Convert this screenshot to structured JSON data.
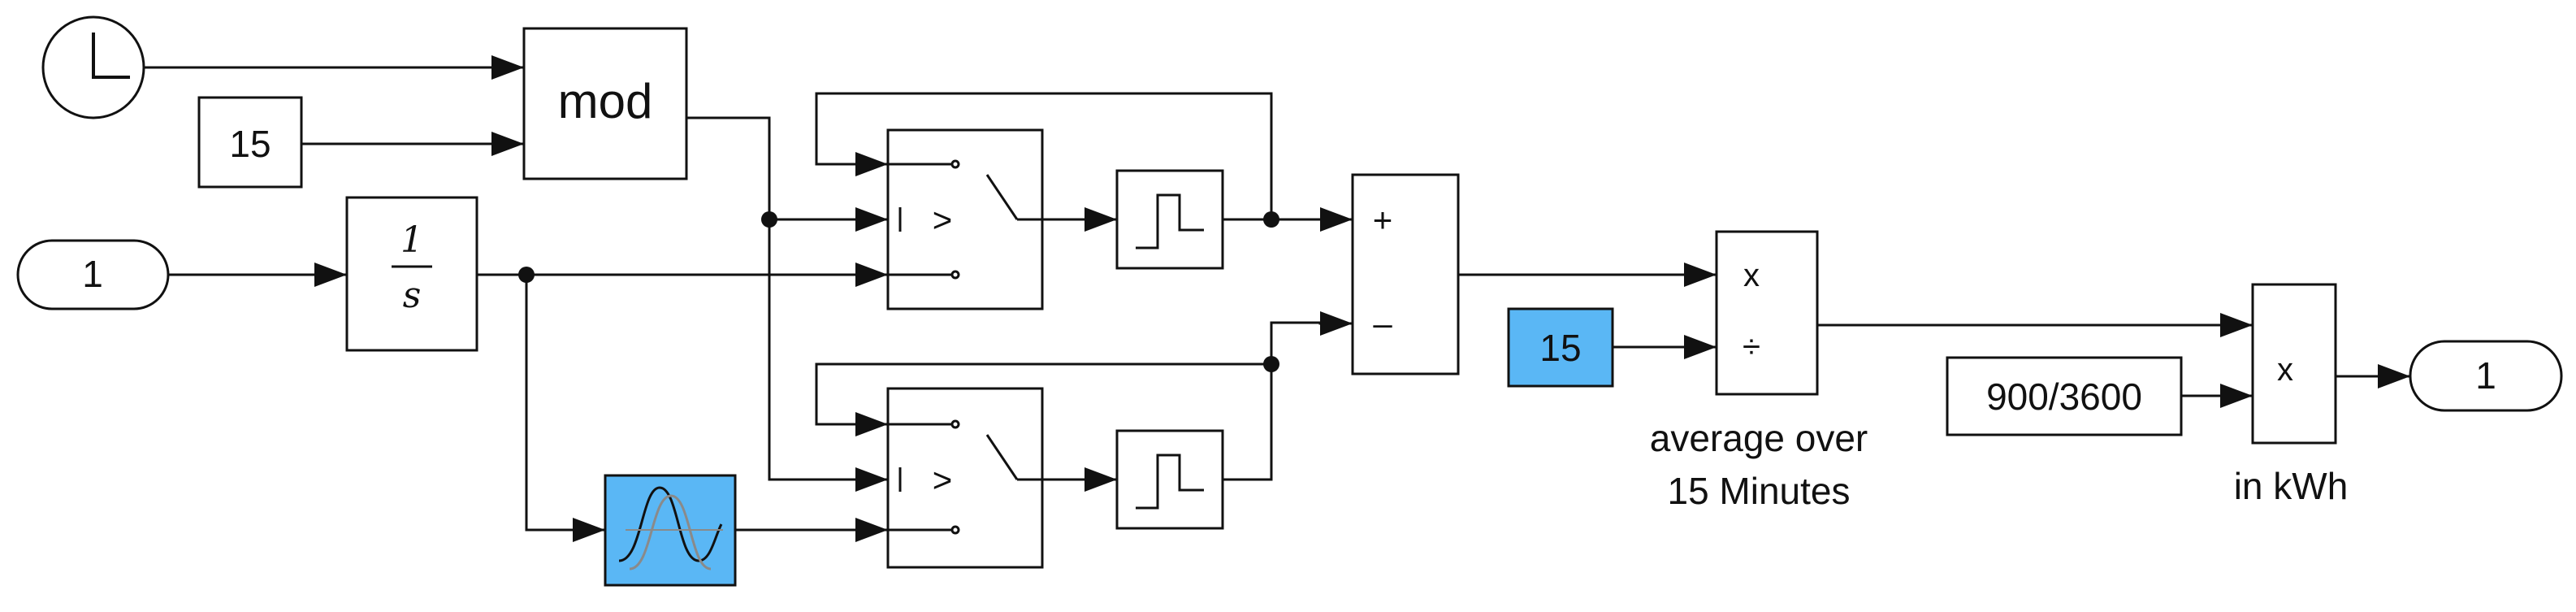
{
  "blocks": {
    "clock": {},
    "const_15": {
      "label": "15"
    },
    "mod": {
      "label": "mod"
    },
    "inport_1": {
      "label": "1"
    },
    "integrator": {
      "numerator": "1",
      "denominator": "s"
    },
    "switch_top": {
      "symbol": ">"
    },
    "zoh_top": {},
    "switch_bottom": {
      "symbol": ">"
    },
    "zoh_bottom": {},
    "transport_delay": {},
    "sum": {
      "plus": "+",
      "minus": "–"
    },
    "const_15_blue": {
      "label": "15"
    },
    "divide": {
      "multiply": "x",
      "divide": "÷"
    },
    "const_ratio": {
      "label": "900/3600"
    },
    "product": {
      "multiply": "x"
    },
    "outport_1": {
      "label": "1"
    }
  },
  "annotations": {
    "average_line1": "average over",
    "average_line2": "15 Minutes",
    "kwh": "in kWh"
  },
  "colors": {
    "block_fill": "#ffffff",
    "block_stroke": "#111111",
    "highlight_fill": "#5ab7f5",
    "line": "#111111"
  }
}
